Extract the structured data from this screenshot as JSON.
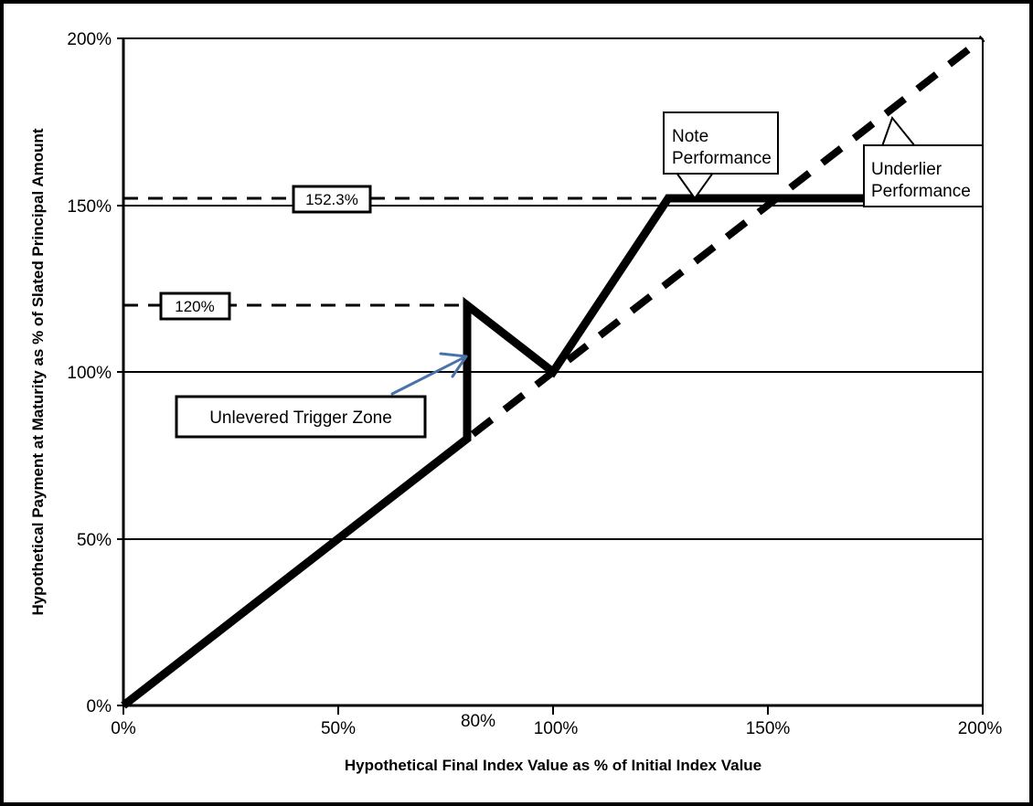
{
  "chart_data": {
    "type": "line",
    "title": "",
    "xlabel": "Hypothetical Final Index Value as % of Initial Index Value",
    "ylabel": "Hypothetical Payment at Maturity as % of Slated Principal Amount",
    "xlim": [
      0,
      200
    ],
    "ylim": [
      0,
      200
    ],
    "grid": true,
    "legend_position": "none",
    "x_ticks": [
      {
        "value": 0,
        "label": "0%",
        "has_tick_mark": true
      },
      {
        "value": 50,
        "label": "50%",
        "has_tick_mark": true
      },
      {
        "value": 80,
        "label": "80%",
        "has_tick_mark": false
      },
      {
        "value": 100,
        "label": "100%",
        "has_tick_mark": true
      },
      {
        "value": 150,
        "label": "150%",
        "has_tick_mark": true
      },
      {
        "value": 200,
        "label": "200%",
        "has_tick_mark": true
      }
    ],
    "y_ticks": [
      {
        "value": 0,
        "label": "0%"
      },
      {
        "value": 50,
        "label": "50%"
      },
      {
        "value": 100,
        "label": "100%"
      },
      {
        "value": 150,
        "label": "150%"
      },
      {
        "value": 200,
        "label": "200%"
      }
    ],
    "series": [
      {
        "name": "Note Performance",
        "style": "solid",
        "color": "#000000",
        "points": [
          {
            "x": 0,
            "y": 0
          },
          {
            "x": 80,
            "y": 80
          },
          {
            "x": 80,
            "y": 120
          },
          {
            "x": 100,
            "y": 100
          },
          {
            "x": 126.8,
            "y": 152.3
          },
          {
            "x": 200,
            "y": 152.3
          }
        ]
      },
      {
        "name": "Underlier Performance",
        "style": "dashed",
        "color": "#000000",
        "points": [
          {
            "x": 0,
            "y": 0
          },
          {
            "x": 200,
            "y": 200
          }
        ]
      }
    ],
    "reference_lines": [
      {
        "label": "152.3%",
        "value": 152.3,
        "orientation": "horizontal",
        "x_start": 0,
        "x_end": 200
      },
      {
        "label": "120%",
        "value": 120,
        "orientation": "horizontal",
        "x_start": 0,
        "x_end": 80
      }
    ],
    "annotations": [
      {
        "name": "note-performance",
        "text_lines": [
          "Note",
          "Performance"
        ],
        "target_x": 126.8,
        "target_y": 152.3
      },
      {
        "name": "underlier-performance",
        "text_lines": [
          "Underlier",
          "Performance"
        ],
        "target_x": 172,
        "target_y": 172
      },
      {
        "name": "unlevered-trigger-zone",
        "text_lines": [
          "Unlevered Trigger Zone"
        ],
        "target_x": 80,
        "target_y": 103,
        "arrow_color": "#4a72a8"
      }
    ]
  },
  "axes": {
    "x_title": "Hypothetical Final Index Value as % of Initial Index Value",
    "y_title": "Hypothetical Payment at Maturity as % of Slated Principal Amount"
  },
  "ticks": {
    "x": [
      "0%",
      "50%",
      "80%",
      "100%",
      "150%",
      "200%"
    ],
    "y": [
      "0%",
      "50%",
      "100%",
      "150%",
      "200%"
    ]
  },
  "labels": {
    "cap_value": "152.3%",
    "trigger_value": "120%"
  },
  "callouts": {
    "note": {
      "line1": "Note",
      "line2": "Performance"
    },
    "underlier": {
      "line1": "Underlier",
      "line2": "Performance"
    },
    "trigger_zone": {
      "text": "Unlevered Trigger Zone"
    }
  },
  "colors": {
    "series": "#000000",
    "arrow": "#4a72a8",
    "background": "#ffffff",
    "border": "#000000"
  }
}
